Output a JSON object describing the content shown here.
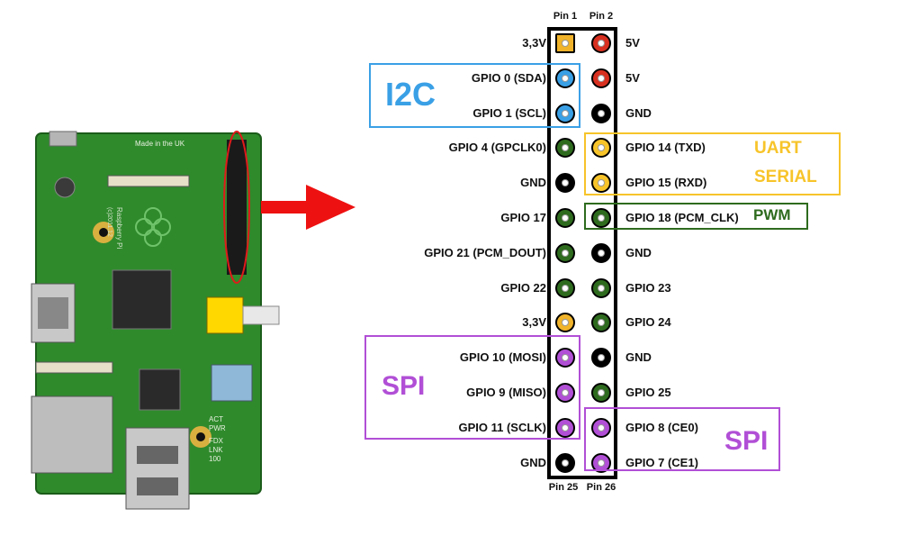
{
  "colors": {
    "power3v3": "#f0b32a",
    "power5v": "#d83020",
    "ground": "#000000",
    "gpio": "#2e6b1e",
    "i2c": "#3aa0e6",
    "uart": "#f7c42a",
    "spi": "#b14fd6",
    "pwm": "#2e6b1e",
    "arrow": "#ee1111"
  },
  "header": {
    "pin1_label": "Pin 1",
    "pin2_label": "Pin 2",
    "pin25_label": "Pin 25",
    "pin26_label": "Pin 26"
  },
  "rows": [
    {
      "left": "3,3V",
      "left_kind": "power3v3",
      "right": "5V",
      "right_kind": "power5v"
    },
    {
      "left": "GPIO 0 (SDA)",
      "left_kind": "i2c",
      "right": "5V",
      "right_kind": "power5v"
    },
    {
      "left": "GPIO 1 (SCL)",
      "left_kind": "i2c",
      "right": "GND",
      "right_kind": "ground"
    },
    {
      "left": "GPIO 4 (GPCLK0)",
      "left_kind": "gpio",
      "right": "GPIO 14 (TXD)",
      "right_kind": "uart"
    },
    {
      "left": "GND",
      "left_kind": "ground",
      "right": "GPIO 15 (RXD)",
      "right_kind": "uart"
    },
    {
      "left": "GPIO 17",
      "left_kind": "gpio",
      "right": "GPIO 18 (PCM_CLK)",
      "right_kind": "pwm"
    },
    {
      "left": "GPIO 21 (PCM_DOUT)",
      "left_kind": "gpio",
      "right": "GND",
      "right_kind": "ground"
    },
    {
      "left": "GPIO 22",
      "left_kind": "gpio",
      "right": "GPIO 23",
      "right_kind": "gpio"
    },
    {
      "left": "3,3V",
      "left_kind": "power3v3",
      "right": "GPIO 24",
      "right_kind": "gpio"
    },
    {
      "left": "GPIO 10 (MOSI)",
      "left_kind": "spi",
      "right": "GND",
      "right_kind": "ground"
    },
    {
      "left": "GPIO 9 (MISO)",
      "left_kind": "spi",
      "right": "GPIO 25",
      "right_kind": "gpio"
    },
    {
      "left": "GPIO 11 (SCLK)",
      "left_kind": "spi",
      "right": "GPIO 8 (CE0)",
      "right_kind": "spi"
    },
    {
      "left": "GND",
      "left_kind": "ground",
      "right": "GPIO 7 (CE1)",
      "right_kind": "spi"
    }
  ],
  "groups": {
    "i2c": "I2C",
    "uart_line1": "UART",
    "uart_line2": "SERIAL",
    "pwm": "PWM",
    "spi_left": "SPI",
    "spi_right": "SPI"
  },
  "board": {
    "made_in": "Made in the UK",
    "model": "Raspberry Pi",
    "copyright": "(c)2011.12",
    "leds": [
      "ACT",
      "PWR",
      "FDX",
      "LNK",
      "100"
    ]
  }
}
